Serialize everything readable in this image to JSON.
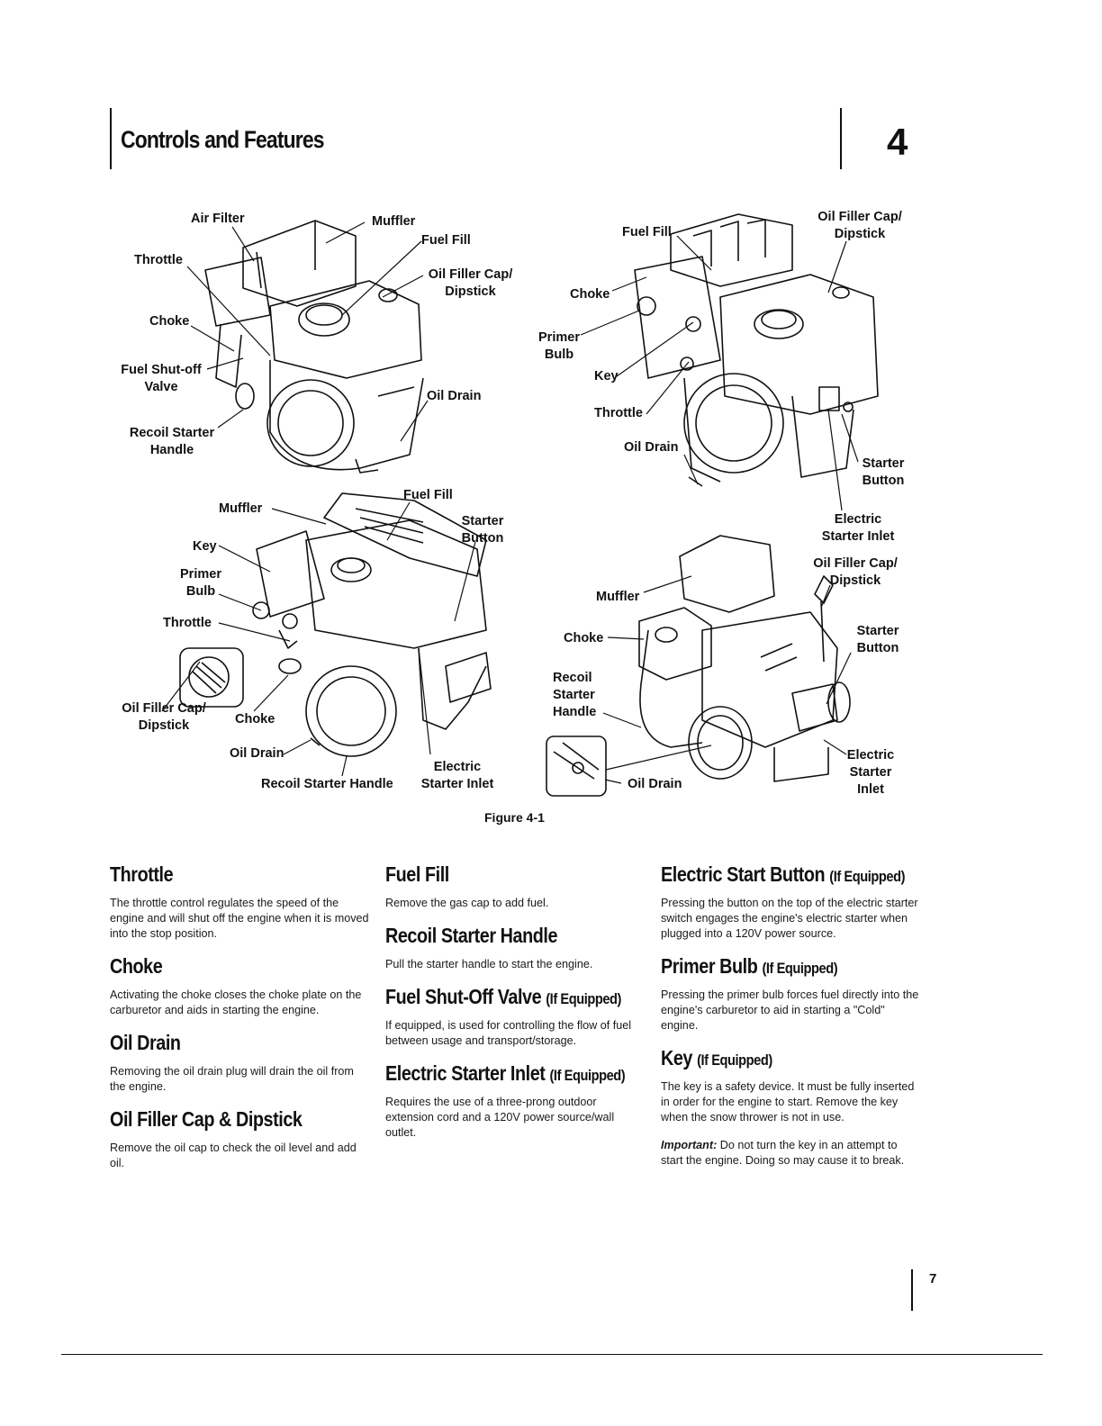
{
  "header": {
    "section_title": "Controls and Features",
    "chapter_number": "4"
  },
  "figure": {
    "caption": "Figure 4-1",
    "engine1": {
      "air_filter": "Air Filter",
      "muffler": "Muffler",
      "fuel_fill": "Fuel Fill",
      "throttle": "Throttle",
      "oil_filler": "Oil Filler Cap/\nDipstick",
      "choke": "Choke",
      "fuel_shutoff": "Fuel Shut-off\nValve",
      "oil_drain": "Oil Drain",
      "recoil": "Recoil Starter\nHandle"
    },
    "engine2": {
      "fuel_fill": "Fuel Fill",
      "oil_filler": "Oil Filler Cap/\nDipstick",
      "choke": "Choke",
      "primer": "Primer\nBulb",
      "key": "Key",
      "throttle": "Throttle",
      "oil_drain": "Oil Drain",
      "starter_button": "Starter\nButton",
      "electric_inlet": "Electric\nStarter Inlet"
    },
    "engine3": {
      "fuel_fill": "Fuel Fill",
      "muffler": "Muffler",
      "starter_button": "Starter\nButton",
      "key": "Key",
      "primer": "Primer\nBulb",
      "throttle": "Throttle",
      "oil_filler": "Oil Filler Cap/\nDipstick",
      "choke": "Choke",
      "oil_drain": "Oil Drain",
      "electric_inlet": "Electric\nStarter Inlet",
      "recoil": "Recoil Starter Handle"
    },
    "engine4": {
      "oil_filler": "Oil Filler Cap/\nDipstick",
      "muffler": "Muffler",
      "starter_button": "Starter\nButton",
      "choke": "Choke",
      "recoil": "Recoil\nStarter\nHandle",
      "electric_inlet": "Electric\nStarter\nInlet",
      "oil_drain": "Oil Drain"
    }
  },
  "col1": {
    "throttle_h": "Throttle",
    "throttle_p": "The throttle control regulates the speed of the engine and will shut off the engine when it is moved into the stop position.",
    "choke_h": "Choke",
    "choke_p": "Activating the choke closes the choke plate on the carburetor and aids in starting the engine.",
    "oildrain_h": "Oil Drain",
    "oildrain_p": "Removing the oil drain plug will drain the oil from the engine.",
    "oilfiller_h": "Oil Filler Cap & Dipstick",
    "oilfiller_p": "Remove the oil cap to check the oil level and add oil."
  },
  "col2": {
    "fuelfill_h": "Fuel Fill",
    "fuelfill_p": "Remove the gas cap to add fuel.",
    "recoil_h": "Recoil Starter Handle",
    "recoil_p": "Pull the starter handle to start the engine.",
    "shutoff_h": "Fuel Shut-Off Valve",
    "shutoff_sub": "(If Equipped)",
    "shutoff_p": "If equipped, is used for controlling the flow of fuel between usage and transport/storage.",
    "inlet_h": "Electric Starter Inlet",
    "inlet_sub": "(If Equipped)",
    "inlet_p": "Requires the use of a three-prong outdoor extension cord and a 120V power source/wall outlet."
  },
  "col3": {
    "button_h": "Electric Start Button",
    "button_sub": "(If Equipped)",
    "button_p": "Pressing the button on the top of the electric starter switch engages the engine's electric starter when plugged into a 120V power source.",
    "primer_h": "Primer Bulb",
    "primer_sub": "(If Equipped)",
    "primer_p": "Pressing the primer bulb forces fuel directly into the engine's carburetor to aid in starting a \"Cold\" engine.",
    "key_h": "Key",
    "key_sub": "(If Equipped)",
    "key_p": "The key is a safety device. It must be fully inserted in order for the engine to start. Remove the key when the snow thrower is not in use.",
    "important_label": "Important:",
    "important_p": " Do not turn the key in an attempt to start the engine. Doing so may cause it to break."
  },
  "footer": {
    "page_number": "7"
  }
}
